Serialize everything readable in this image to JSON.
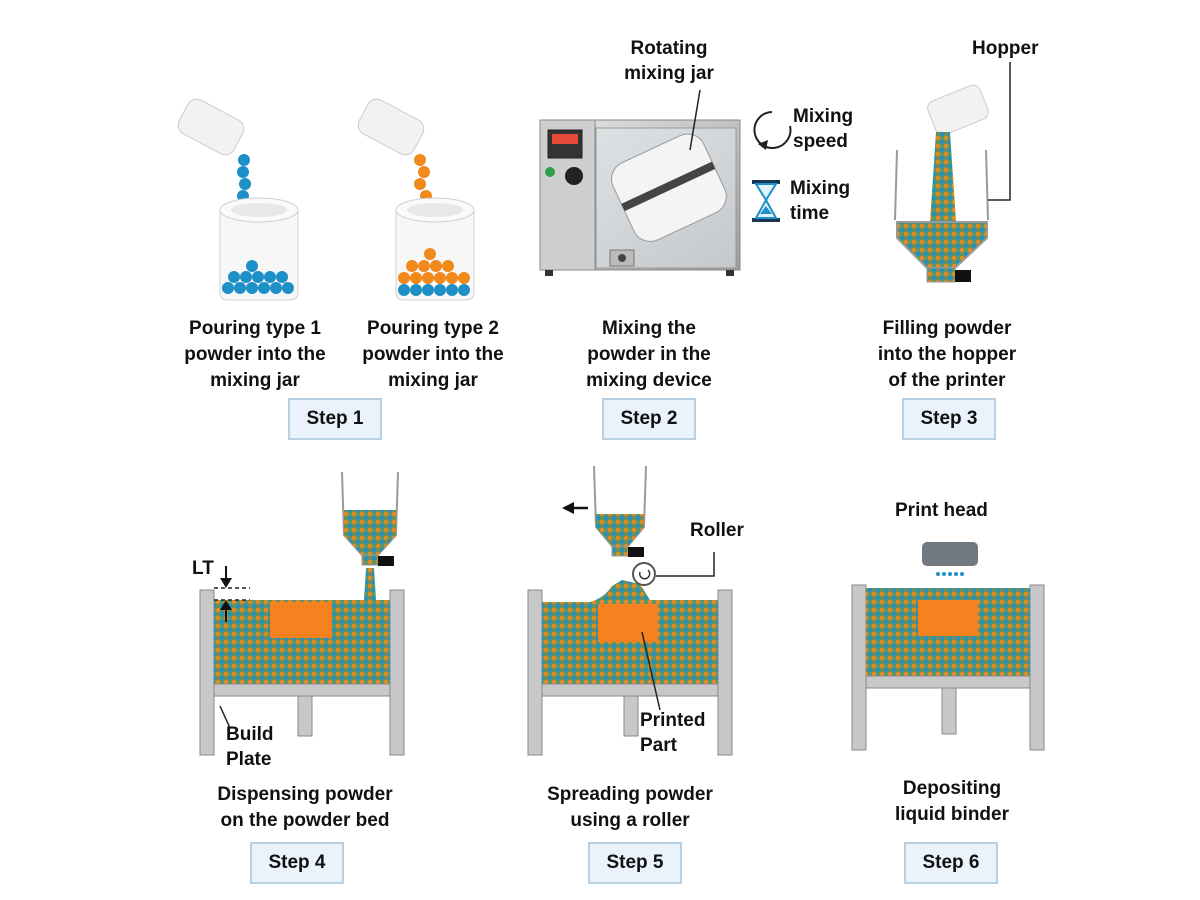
{
  "colors": {
    "powder_blue": "#1e90c8",
    "powder_orange": "#f08a1c",
    "mixed_powder": "#8e9a55",
    "printed_part": "#f5821f",
    "step_box_fill": "#eaf3fb",
    "step_box_border": "#b9cfe2",
    "frame_gray": "#c8c8c8"
  },
  "step1": {
    "caption_a": [
      "Pouring type 1",
      "powder into the",
      "mixing jar"
    ],
    "caption_b": [
      "Pouring type 2",
      "powder into the",
      "mixing jar"
    ],
    "label": "Step 1"
  },
  "step2": {
    "callout_jar": [
      "Rotating",
      "mixing jar"
    ],
    "callout_speed": [
      "Mixing",
      "speed"
    ],
    "callout_time": [
      "Mixing",
      "time"
    ],
    "caption": [
      "Mixing the",
      "powder in the",
      "mixing device"
    ],
    "label": "Step 2"
  },
  "step3": {
    "callout_hopper": "Hopper",
    "caption": [
      "Filling powder",
      "into the hopper",
      "of the printer"
    ],
    "label": "Step 3"
  },
  "step4": {
    "callout_lt": "LT",
    "callout_plate": [
      "Build",
      "Plate"
    ],
    "caption": [
      "Dispensing powder",
      "on the powder bed"
    ],
    "label": "Step 4"
  },
  "step5": {
    "callout_roller": "Roller",
    "callout_part": [
      "Printed",
      "Part"
    ],
    "caption": [
      "Spreading powder",
      "using a roller"
    ],
    "label": "Step 5"
  },
  "step6": {
    "callout_head": "Print head",
    "caption": [
      "Depositing",
      "liquid binder"
    ],
    "label": "Step 6"
  }
}
